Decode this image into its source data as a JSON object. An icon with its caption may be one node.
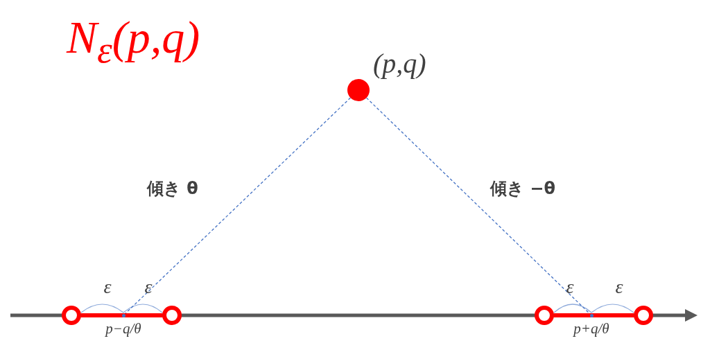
{
  "diagram": {
    "title": "N$_{ε}$(p,q)",
    "nodes": [
      {
        "text": [],
        "shape": "dot",
        "beside": [
          "(p,q)"
        ]
      },
      {
        "text": [],
        "shape": "ring"
      },
      {
        "text": [],
        "shape": "point"
      },
      {
        "text": [],
        "shape": "ring"
      },
      {
        "text": [],
        "shape": "ring"
      },
      {
        "text": [],
        "shape": "point"
      },
      {
        "text": [],
        "shape": "ring"
      }
    ],
    "edges": [
      {
        "from": 0,
        "to": 2,
        "arrow": "none",
        "label": "傾き θ",
        "style": "dashed",
        "color": "#4472c4"
      },
      {
        "from": 0,
        "to": 5,
        "arrow": "none",
        "label": "傾き −θ",
        "style": "dashed",
        "color": "#4472c4"
      },
      {
        "from": 1,
        "to": 3,
        "arrow": "none",
        "style": "thick",
        "color": "#ff0000"
      },
      {
        "from": 4,
        "to": 6,
        "arrow": "none",
        "style": "thick",
        "color": "#ff0000"
      }
    ],
    "labels": [
      "ε",
      "ε",
      "ε",
      "ε",
      "p−q/θ",
      "p+q/θ"
    ]
  }
}
